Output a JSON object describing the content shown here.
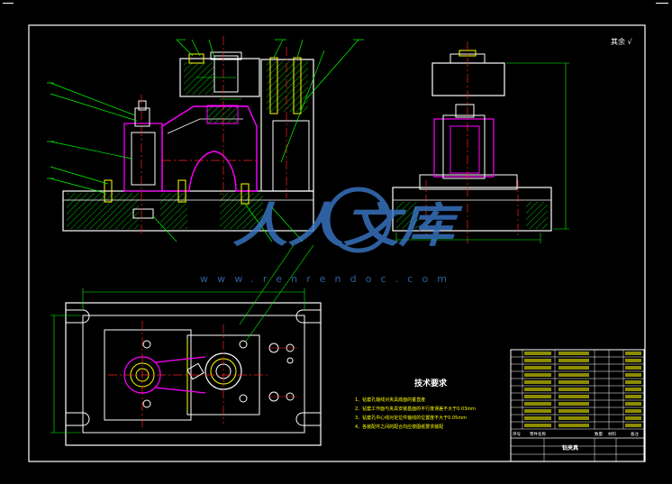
{
  "title_block": {
    "drawing_name": "钻夹具",
    "labels": [
      "序号",
      "零件名称",
      "数量",
      "材料",
      "备注"
    ]
  },
  "tech_requirements": {
    "title": "技术要求",
    "items": [
      "1、钻套孔轴线对夹具底面的垂直度",
      "2、钻套工作面与夹具安装基面的平行度误差不大于0.03mm",
      "3、钻套孔中心线对定位件轴线的位置度不大于0.05mm",
      "4、各装配件之间的配合均应按图纸要求装配"
    ]
  },
  "roughness_note": "其余 √",
  "watermark": {
    "brand": "人人文库",
    "url": "www.renrendoc.com"
  },
  "colors": {
    "background": "#000000",
    "frame": "#ffffff",
    "part": "#ffffff",
    "section_hatch": "#00c000",
    "highlight_part": "#ff00ff",
    "center_line": "#ff2020",
    "leader_line": "#00ff00",
    "dimension": "#00ff00",
    "bolt": "#ffff00",
    "watermark": "#3a78c8"
  }
}
